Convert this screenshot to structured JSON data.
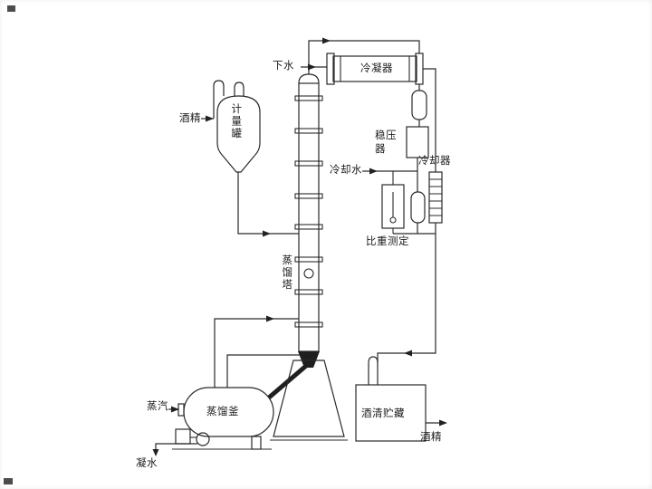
{
  "diagram": {
    "labels": {
      "drain_water": "下水",
      "condenser": "冷凝器",
      "alcohol_feed": "酒精",
      "measuring_tank": "计量罐",
      "pressure_stabilizer": "稳压器",
      "cooling_water": "冷却水",
      "cooler": "冷却器",
      "gravity_measurement": "比重测定",
      "distillation_column": "蒸馏塔",
      "distillation_kettle": "蒸馏釜",
      "steam": "蒸汽",
      "condensate": "凝水",
      "alcohol_storage": "酒清贮藏",
      "alcohol_product": "酒精"
    },
    "colors": {
      "line": "#2a2a2a",
      "background": "#ffffff",
      "dark_fill": "#1f1f1f"
    }
  }
}
